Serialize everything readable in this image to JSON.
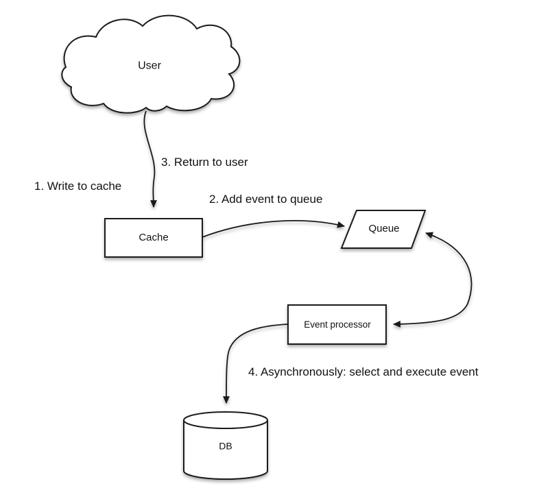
{
  "diagram": {
    "nodes": {
      "user": {
        "label": "User",
        "shape": "cloud"
      },
      "cache": {
        "label": "Cache",
        "shape": "rectangle"
      },
      "queue": {
        "label": "Queue",
        "shape": "parallelogram"
      },
      "event_processor": {
        "label": "Event processor",
        "shape": "rectangle"
      },
      "db": {
        "label": "DB",
        "shape": "cylinder"
      }
    },
    "step_labels": [
      "1. Write to cache",
      "2. Add event to queue",
      "3. Return to user",
      "4. Asynchronously: select and execute event"
    ],
    "edges": [
      {
        "from": "user",
        "to": "cache",
        "direction": "one-way"
      },
      {
        "from": "cache",
        "to": "queue",
        "direction": "one-way"
      },
      {
        "from": "queue",
        "to": "event_processor",
        "direction": "two-way"
      },
      {
        "from": "event_processor",
        "to": "db",
        "direction": "one-way"
      }
    ],
    "colors": {
      "stroke": "#1a1a1a",
      "shape_fill": "#ffffff",
      "text": "#111111",
      "background": "#ffffff"
    }
  }
}
